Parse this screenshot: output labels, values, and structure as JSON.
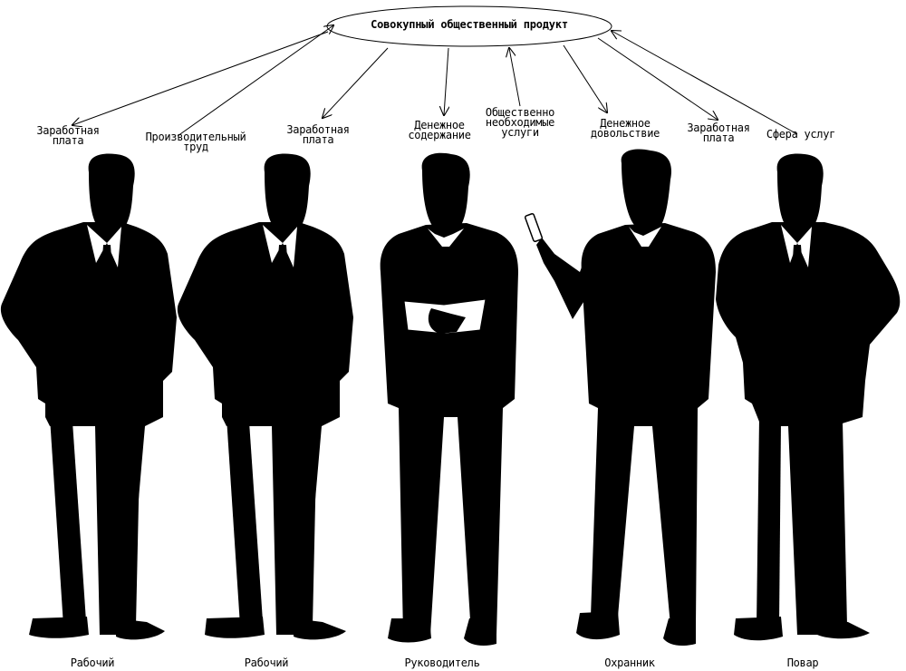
{
  "center": {
    "label": "Совокупный общественный продукт"
  },
  "flows": [
    {
      "label": "Заработная\nплата",
      "direction": "to-person"
    },
    {
      "label": "Производительный\nтруд",
      "direction": "to-product"
    },
    {
      "label": "Заработная\nплата",
      "direction": "to-person"
    },
    {
      "label": "Денежное\nсодержание",
      "direction": "to-person"
    },
    {
      "label": "Общественно\nнеобходимые\nуслуги",
      "direction": "to-product"
    },
    {
      "label": "Денежное\nдовольствие",
      "direction": "to-person"
    },
    {
      "label": "Заработная\nплата",
      "direction": "to-person"
    },
    {
      "label": "Сфера услуг",
      "direction": "to-product"
    }
  ],
  "people": [
    {
      "role": "Рабочий"
    },
    {
      "role": "Рабочий"
    },
    {
      "role": "Руководитель"
    },
    {
      "role": "Охранник"
    },
    {
      "role": "Повар"
    }
  ],
  "colors": {
    "silhouette": "#000000",
    "background": "#ffffff",
    "shirt": "#ffffff"
  }
}
